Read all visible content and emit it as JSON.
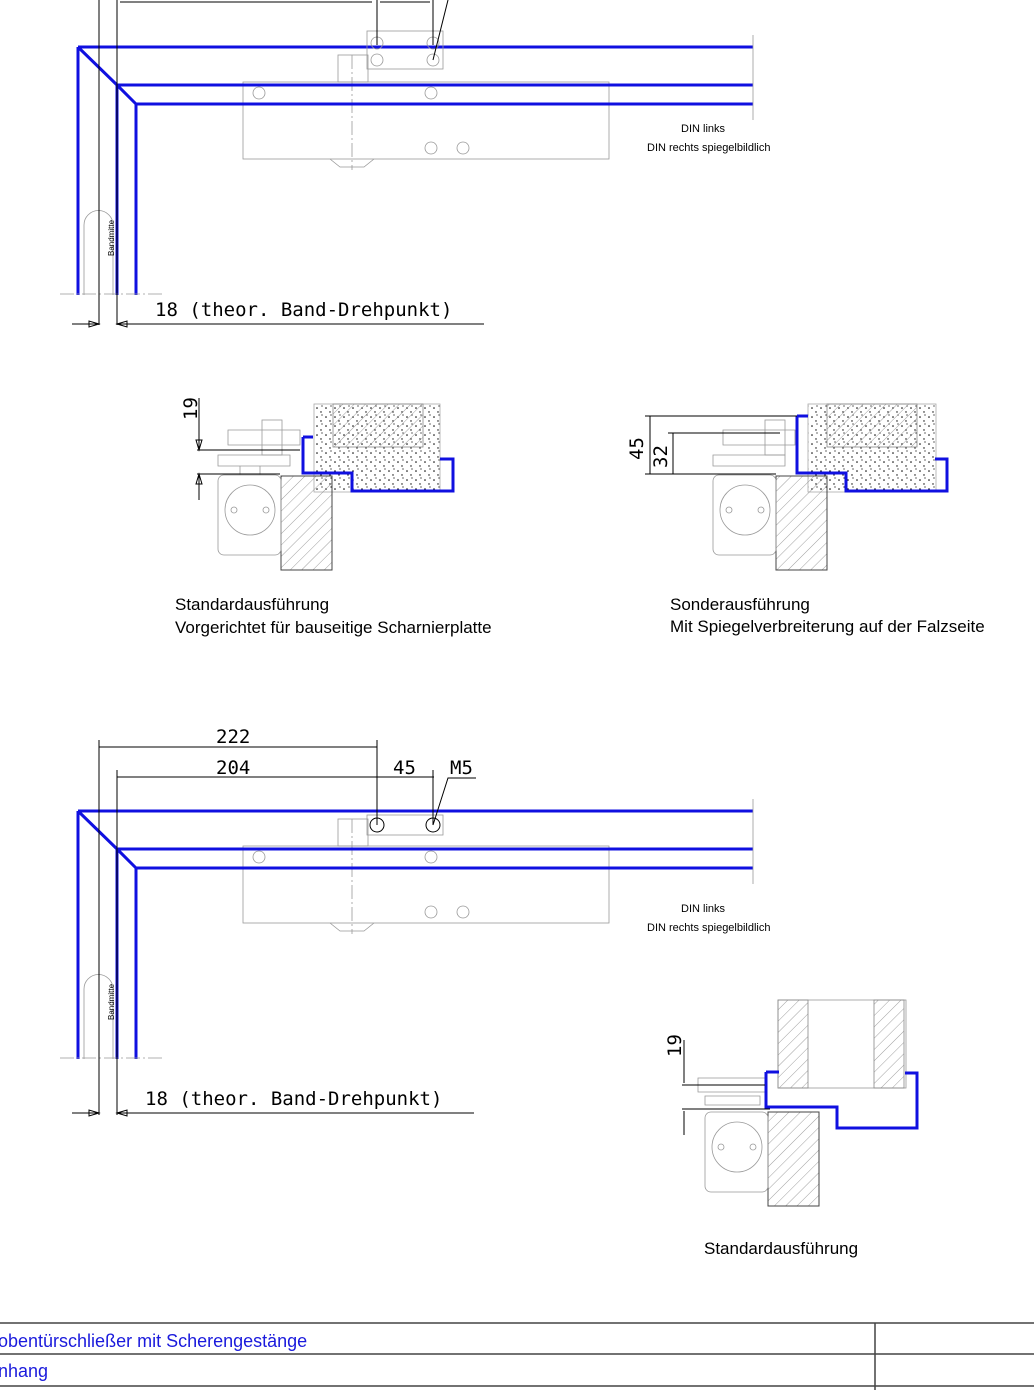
{
  "plan_top": {
    "din_left": "DIN links",
    "din_right": "DIN rechts spiegelbildlich",
    "bandmitte": "Bandmitte",
    "pivot_note": "18 (theor. Band-Drehpunkt)"
  },
  "detail_standard": {
    "dim": "19",
    "caption_line1": "Standardausführung",
    "caption_line2": "Vorgerichtet für bauseitige Scharnierplatte"
  },
  "detail_special": {
    "dim_outer": "45",
    "dim_inner": "32",
    "caption_line1": "Sonderausführung",
    "caption_line2": "Mit Spiegelverbreiterung auf der Falzseite"
  },
  "plan_bottom": {
    "dim_222": "222",
    "dim_204": "204",
    "dim_45": "45",
    "thread": "M5",
    "din_left": "DIN links",
    "din_right": "DIN rechts spiegelbildlich",
    "bandmitte": "Bandmitte",
    "pivot_note": "18 (theor. Band-Drehpunkt)"
  },
  "detail_bottom": {
    "dim": "19",
    "caption": "Standardausführung"
  },
  "title_block": {
    "row1": "obentürschließer mit Scherengestänge",
    "row2": "nhang"
  },
  "colors": {
    "frame_blue": "#1010e0",
    "title_text": "#1a1adc"
  }
}
